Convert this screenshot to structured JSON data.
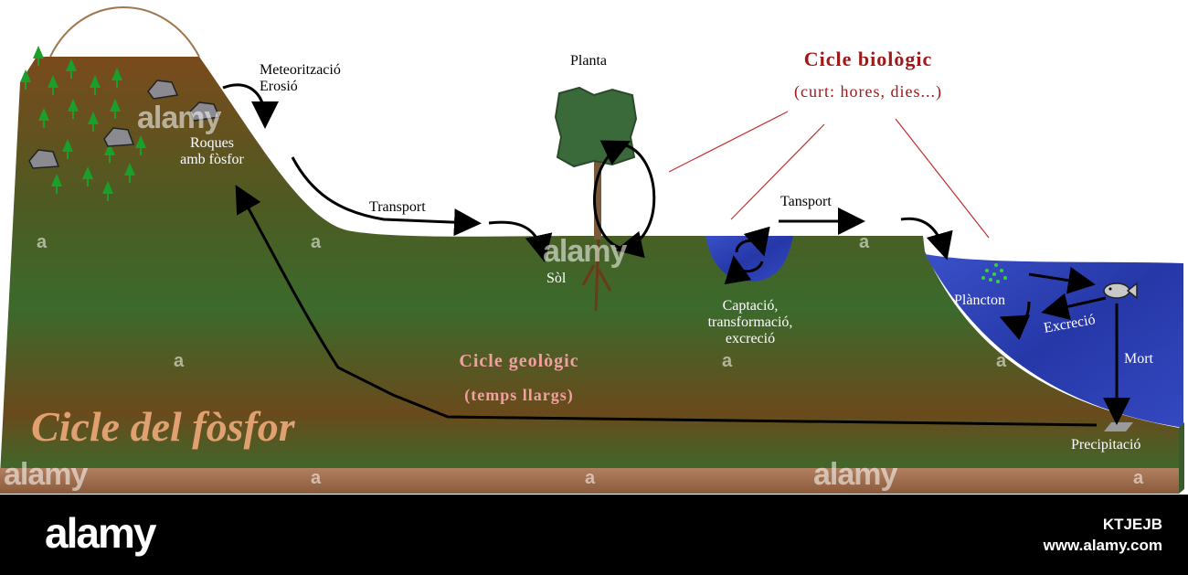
{
  "diagram": {
    "title": "Cicle del  fòsfor",
    "biological_cycle": {
      "title": "Cicle biològic",
      "subtitle": "(curt: hores, dies...)"
    },
    "geological_cycle": {
      "title": "Cicle geològic",
      "subtitle": "(temps llargs)"
    },
    "labels": {
      "weathering": [
        "Meteorització",
        "Erosió"
      ],
      "rocks": [
        "Roques",
        "amb fòsfor"
      ],
      "plant": "Planta",
      "transport_land": "Transport",
      "soil": "Sòl",
      "transport_water": "Tansport",
      "uptake": [
        "Captació,",
        "transformació,",
        "excreció"
      ],
      "plankton": "Plàncton",
      "excretion": "Excreció",
      "death": "Mort",
      "precipitation": "Precipitació"
    },
    "colors": {
      "ground_green": "#3b6a2c",
      "ground_brown": "#7a4a1c",
      "water_blue": "#2a3fb0",
      "bio_red": "#a01818",
      "geo_pink": "#f0a0a0",
      "title_orange": "#e0a070"
    },
    "icons": [
      "pine-tree-icon",
      "rock-icon",
      "tree-icon",
      "fish-icon",
      "plankton-icon"
    ]
  },
  "watermark": {
    "logo": "alamy",
    "image_id": "KTJEJB",
    "url": "www.alamy.com",
    "mark": "a"
  }
}
